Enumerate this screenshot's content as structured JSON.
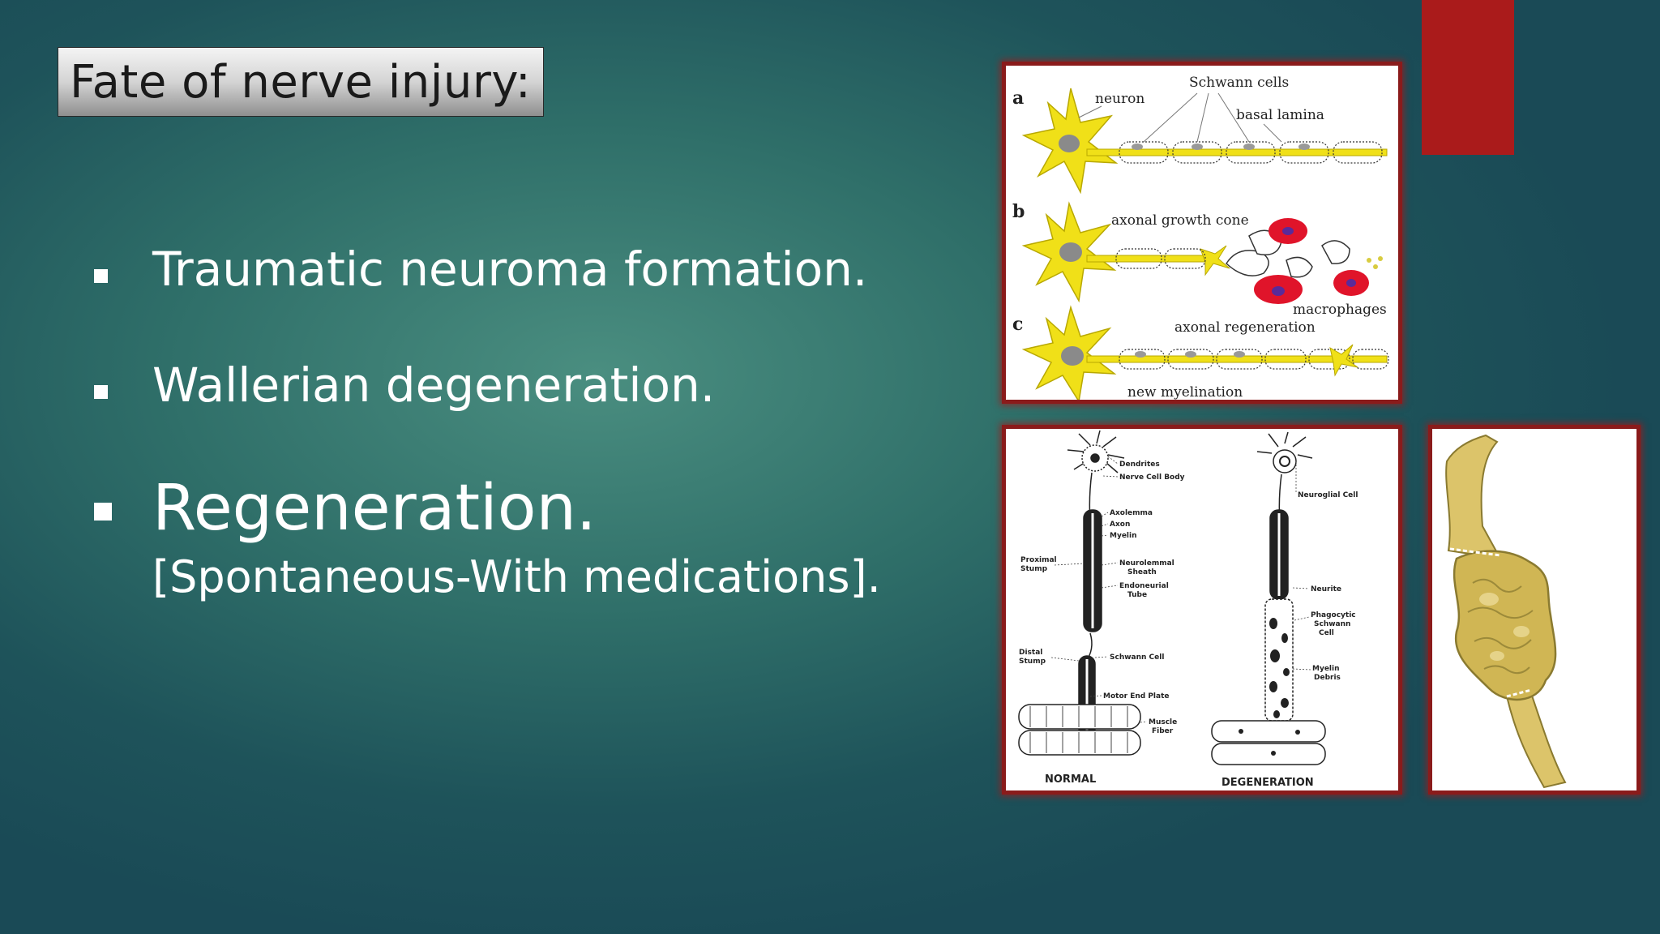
{
  "slide": {
    "title": "Fate of nerve injury:",
    "bullets": [
      "Traumatic neuroma formation.",
      "Wallerian degeneration.",
      "Regeneration."
    ],
    "sub_note": "[Spontaneous-With medications]."
  },
  "figure_top": {
    "label_a": "a",
    "label_b": "b",
    "label_c": "c",
    "neuron": "neuron",
    "schwann_cells": "Schwann cells",
    "basal_lamina": "basal lamina",
    "axonal_growth_cone": "axonal growth cone",
    "macrophages": "macrophages",
    "axonal_regeneration": "axonal regeneration",
    "new_myelination": "new myelination"
  },
  "figure_bottom": {
    "dendrites": "Dendrites",
    "nerve_cell_body": "Nerve Cell Body",
    "axolemma": "Axolemma",
    "axon": "Axon",
    "myelin": "Myelin",
    "proximal": "Proximal",
    "stump": "Stump",
    "neurolemmal": "Neurolemmal",
    "sheath": "Sheath",
    "endoneurial": "Endoneurial",
    "tube": "Tube",
    "distal": "Distal",
    "schwann_cell": "Schwann Cell",
    "motor_end_plate": "Motor End Plate",
    "muscle": "Muscle",
    "fiber": "Fiber",
    "normal": "NORMAL",
    "neuroglial_cell": "Neuroglial Cell",
    "neurite": "Neurite",
    "phagocytic": "Phagocytic",
    "schwann": "Schwann",
    "cell": "Cell",
    "myelin_d": "Myelin",
    "debris": "Debris",
    "degeneration": "DEGENERATION"
  },
  "colors": {
    "accent_red": "#aa1b1b",
    "neuron_yellow": "#f0e018",
    "macrophage_red": "#e0142a",
    "neuroma_tan": "#d8c060"
  }
}
